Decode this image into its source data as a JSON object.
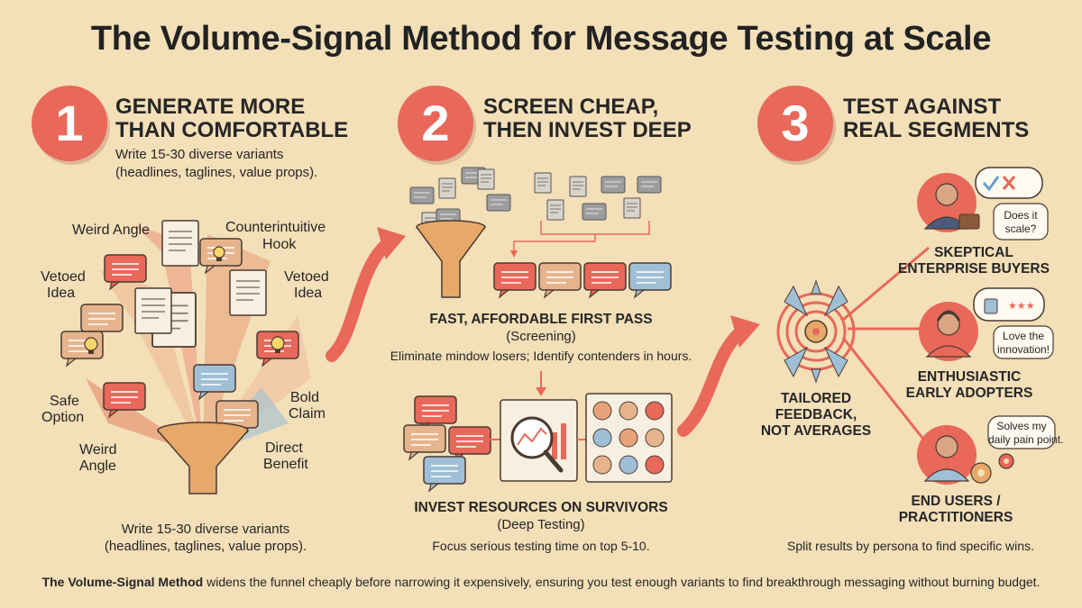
{
  "title": "The Volume-Signal Method for Message Testing at Scale",
  "steps": [
    {
      "number": "1",
      "heading_line1": "GENERATE MORE",
      "heading_line2": "THAN COMFORTABLE",
      "desc_line1": "Write 15-30 diverse variants",
      "desc_line2": "(headlines, taglines, value props).",
      "labels": [
        "Weird Angle",
        "Counterintuitive",
        "Hook",
        "Vetoed",
        "Idea",
        "Vetoed",
        "Idea",
        "Safe",
        "Option",
        "Bold",
        "Claim",
        "Weird",
        "Angle",
        "Direct",
        "Benefit"
      ],
      "caption_line1": "Write 15-30 diverse variants",
      "caption_line2": "(headlines, taglines, value props)."
    },
    {
      "number": "2",
      "heading_line1": "SCREEN CHEAP,",
      "heading_line2": "THEN INVEST DEEP",
      "fast_title": "FAST, AFFORDABLE FIRST PASS",
      "fast_subtitle": "(Screening)",
      "fast_desc": "Eliminate mindow losers; Identify contenders in hours.",
      "invest_title": "INVEST RESOURCES ON SURVIVORS",
      "invest_subtitle": "(Deep Testing)",
      "invest_desc": "Focus serious testing time on top 5-10."
    },
    {
      "number": "3",
      "heading_line1": "TEST AGAINST",
      "heading_line2": "REAL SEGMENTS",
      "target_line1": "TAILORED",
      "target_line2": "FEEDBACK,",
      "target_line3": "NOT AVERAGES",
      "segments": [
        {
          "line1": "SKEPTICAL",
          "line2": "ENTERPRISE BUYERS",
          "quote_line1": "Does it",
          "quote_line2": "scale?"
        },
        {
          "line1": "ENTHUSIASTIC",
          "line2": "EARLY ADOPTERS",
          "quote_line1": "Love the",
          "quote_line2": "innovation!"
        },
        {
          "line1": "END USERS /",
          "line2": "PRACTITIONERS",
          "quote_line1": "Solves my",
          "quote_line2": "daily pain point."
        }
      ],
      "caption": "Split results by persona to find specific wins."
    }
  ],
  "footer_bold": "The Volume-Signal Method",
  "footer_rest": " widens the funnel cheaply before narrowing it expensively, ensuring you test enough variants to find breakthrough messaging without burning budget.",
  "colors": {
    "background": "#f3dfb8",
    "accent": "#e8685a",
    "funnel": "#e6a96a",
    "doc": "#f6efe2",
    "bubble_blue": "#9fbfd6",
    "bubble_tan": "#e9b98c",
    "gray_doc": "#a8a8a8"
  },
  "icons": [
    "document-icon",
    "speech-bubble-icon",
    "lightbulb-icon",
    "funnel-icon",
    "magnifier-chart-icon",
    "avatar-grid-icon",
    "target-icon",
    "person-icon",
    "check-cross-question-icon",
    "thumbs-up-stars-icon",
    "gears-icon",
    "arrow-icon"
  ]
}
